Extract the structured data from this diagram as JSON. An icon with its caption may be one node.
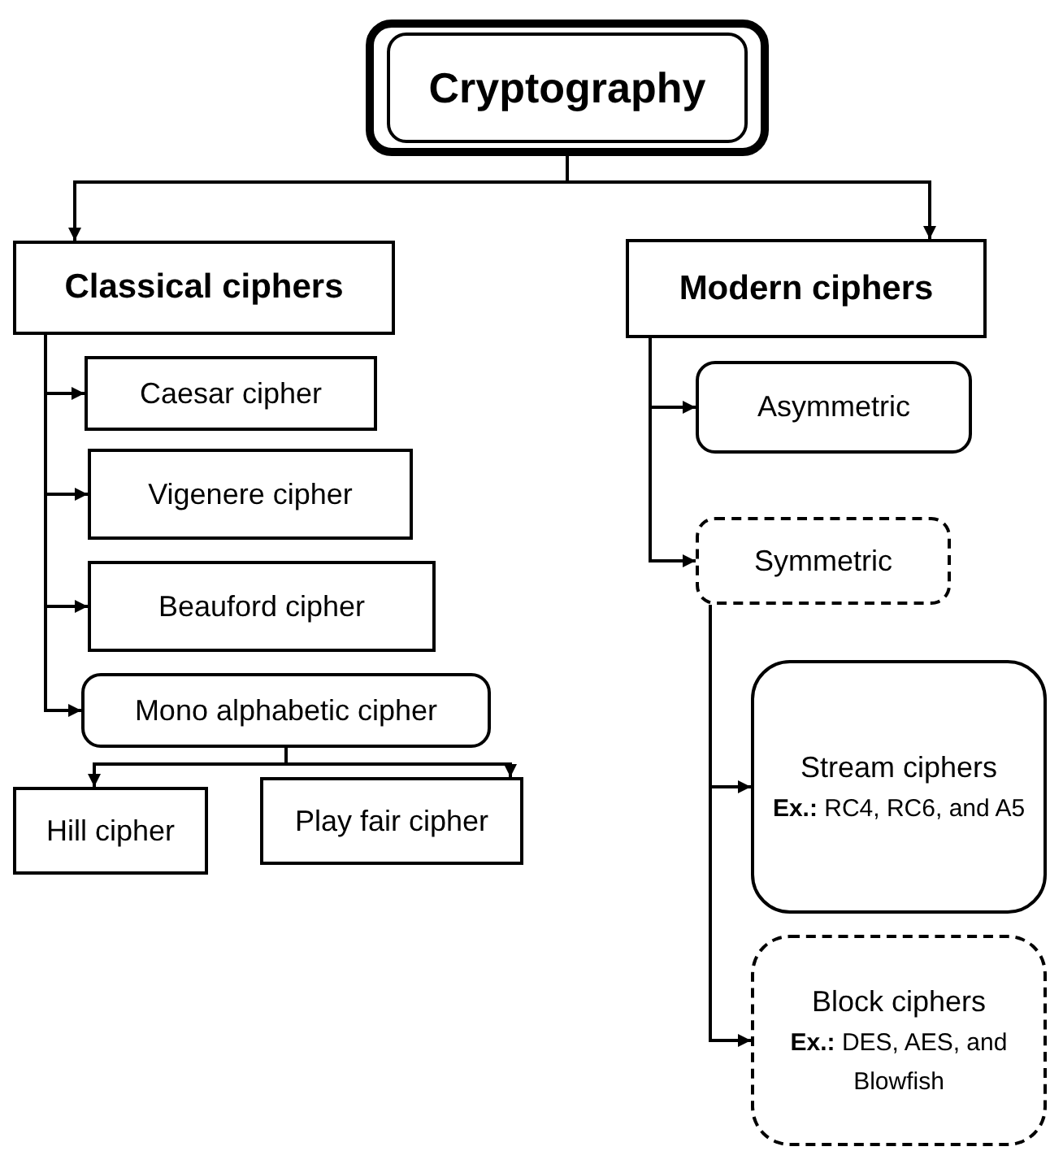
{
  "diagram": {
    "nodes": [
      {
        "text": [
          "Cryptography"
        ]
      },
      {
        "text": [
          "Classical ciphers"
        ]
      },
      {
        "text": [
          "Modern ciphers"
        ]
      },
      {
        "text": [
          "Caesar cipher"
        ]
      },
      {
        "text": [
          "Vigenere cipher"
        ]
      },
      {
        "text": [
          "Beauford cipher"
        ]
      },
      {
        "text": [
          "Mono alphabetic cipher"
        ]
      },
      {
        "text": [
          "Hill cipher"
        ]
      },
      {
        "text": [
          "Play fair cipher"
        ]
      },
      {
        "text": [
          "Asymmetric"
        ]
      },
      {
        "text": [
          "Symmetric"
        ]
      },
      {
        "text": [
          "Stream ciphers",
          "**Ex.:** RC4, RC6, and A5"
        ]
      },
      {
        "text": [
          "Block ciphers",
          "**Ex.:** DES, AES, and Blowfish"
        ]
      }
    ],
    "edges": [
      {
        "from": 0,
        "to": 1,
        "arrow": "to"
      },
      {
        "from": 0,
        "to": 2,
        "arrow": "to"
      },
      {
        "from": 1,
        "to": 3,
        "arrow": "to"
      },
      {
        "from": 1,
        "to": 4,
        "arrow": "to"
      },
      {
        "from": 1,
        "to": 5,
        "arrow": "to"
      },
      {
        "from": 1,
        "to": 6,
        "arrow": "to"
      },
      {
        "from": 6,
        "to": 7,
        "arrow": "to"
      },
      {
        "from": 6,
        "to": 8,
        "arrow": "to"
      },
      {
        "from": 2,
        "to": 9,
        "arrow": "to"
      },
      {
        "from": 2,
        "to": 10,
        "arrow": "to"
      },
      {
        "from": 10,
        "to": 11,
        "arrow": "to"
      },
      {
        "from": 10,
        "to": 12,
        "arrow": "to"
      }
    ]
  }
}
